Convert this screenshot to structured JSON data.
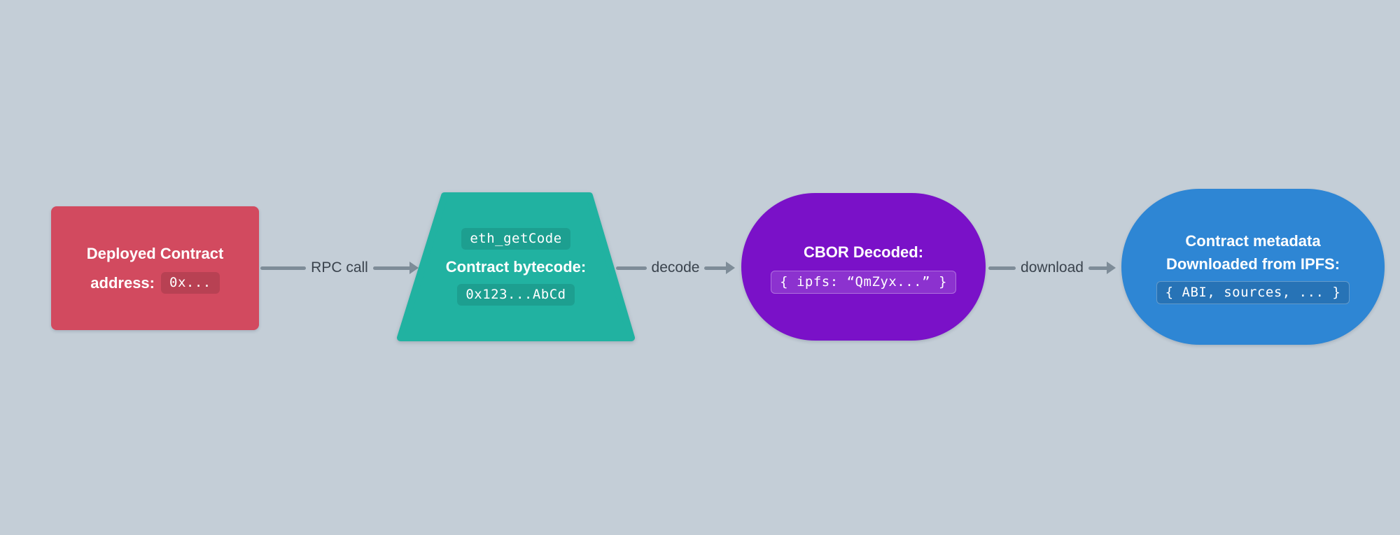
{
  "colors": {
    "background": "#c4ced7",
    "red": "#d24a5f",
    "teal": "#21b2a1",
    "purple": "#7a11c8",
    "blue": "#2e86d4",
    "arrow": "#7e8c98",
    "arrow_label": "#3a434d",
    "node_text": "#ffffff"
  },
  "nodes": {
    "deployed": {
      "title": "Deployed Contract",
      "label_prefix": "address:",
      "code": "0x..."
    },
    "bytecode": {
      "code_top": "eth_getCode",
      "title": "Contract bytecode:",
      "code_bottom": "0x123...AbCd"
    },
    "cbor": {
      "title": "CBOR Decoded:",
      "code": "{ ipfs: “QmZyx...” }"
    },
    "metadata": {
      "title_line1": "Contract metadata",
      "title_line2": "Downloaded from IPFS:",
      "code": "{ ABI, sources, ... }"
    }
  },
  "arrows": {
    "rpc": {
      "label": "RPC call"
    },
    "decode": {
      "label": "decode"
    },
    "download": {
      "label": "download"
    }
  }
}
